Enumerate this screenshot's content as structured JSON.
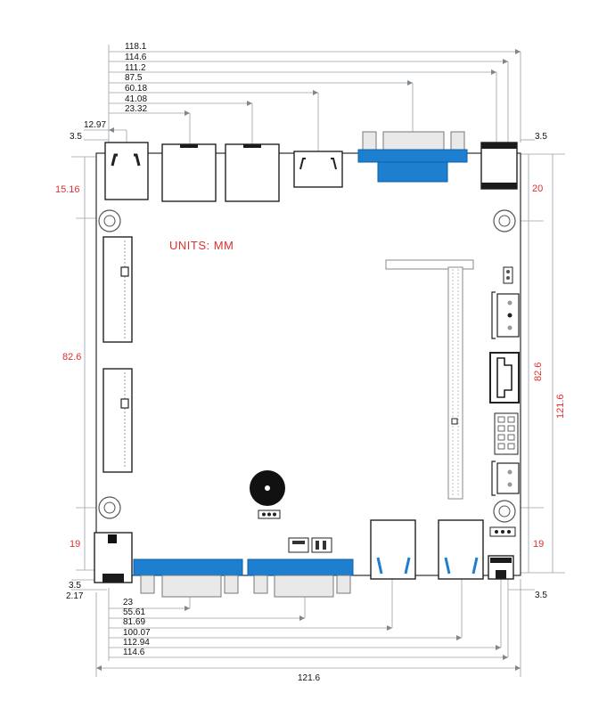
{
  "units_label": "UNITS:  MM",
  "top_dims": [
    "118.1",
    "114.6",
    "111.2",
    "87.5",
    "60.18",
    "41.08",
    "23.32",
    "12.97",
    "3.5"
  ],
  "top_right_dim": "3.5",
  "left_dims": [
    "15.16",
    "82.6",
    "19",
    "3.5",
    "2.17"
  ],
  "right_dims": [
    "20",
    "82.6",
    "121.6",
    "19"
  ],
  "bottom_dims": [
    "23",
    "55.61",
    "81.69",
    "100.07",
    "112.94",
    "114.6",
    "121.6"
  ],
  "bottom_right_dim": "3.5",
  "colors": {
    "connector_blue": "#1e7fd0",
    "dimension_red": "#e03030",
    "guide_grey": "#9aa0a6"
  }
}
